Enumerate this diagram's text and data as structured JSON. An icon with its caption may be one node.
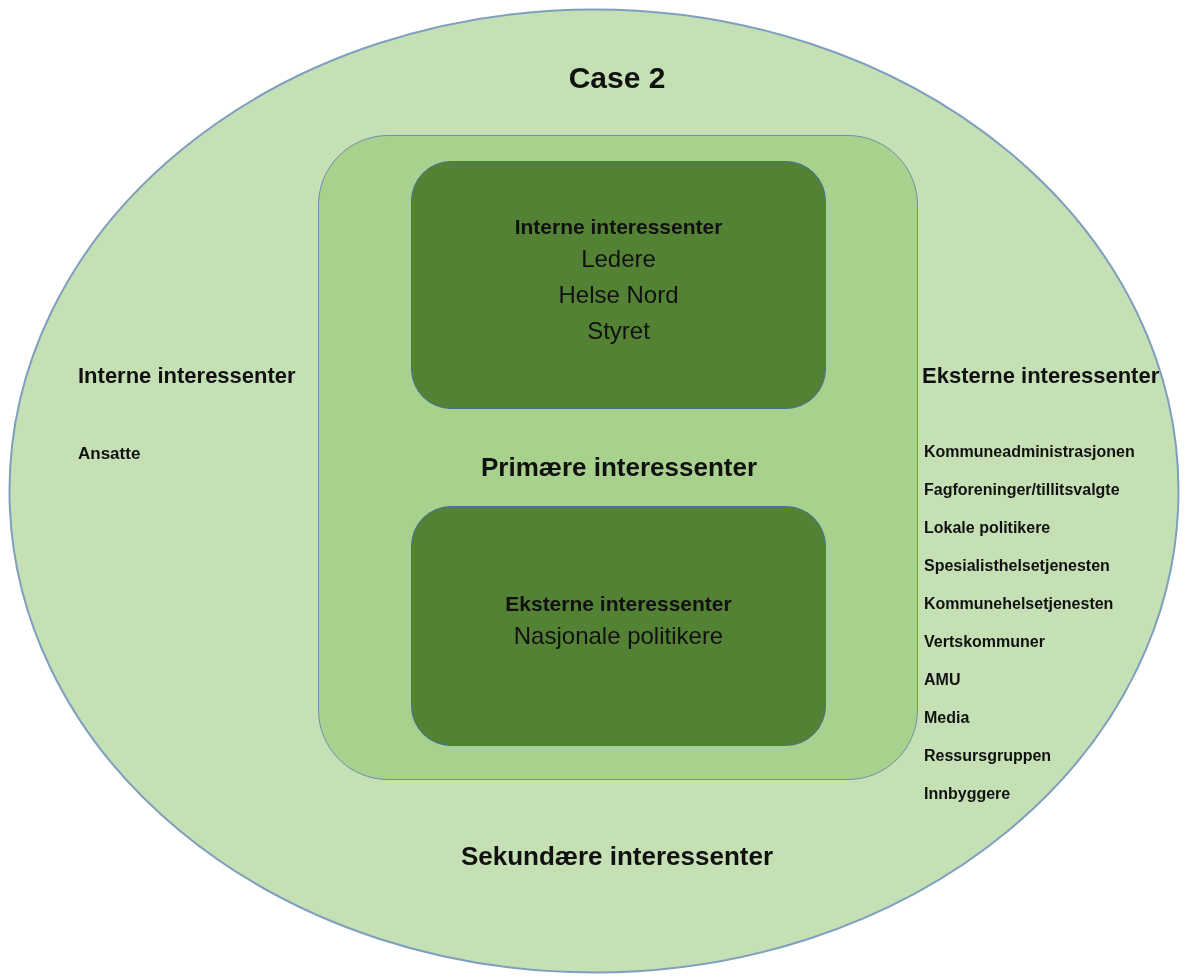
{
  "diagram": {
    "nodes": [
      {
        "text": [
          "Case 2",
          "Interne interessenter",
          "Ansatte",
          "Eksterne interessenter",
          "Kommuneadministrasjonen",
          "Fagforeninger/tillitsvalgte",
          "Lokale politikere",
          "Spesialisthelsetjenesten",
          "Kommunehelsetjenesten",
          "Vertskommuner",
          "AMU",
          "Media",
          "Ressursgruppen",
          "Innbyggere",
          "Sekundære interessenter"
        ]
      },
      {
        "text": [
          "Primære interessenter"
        ],
        "in": 0
      },
      {
        "text": [
          "Interne interessenter",
          "Ledere",
          "Helse Nord",
          "Styret"
        ],
        "in": 1
      },
      {
        "text": [
          "Eksterne interessenter",
          "Nasjonale politikere"
        ],
        "in": 1
      }
    ],
    "edges": []
  }
}
